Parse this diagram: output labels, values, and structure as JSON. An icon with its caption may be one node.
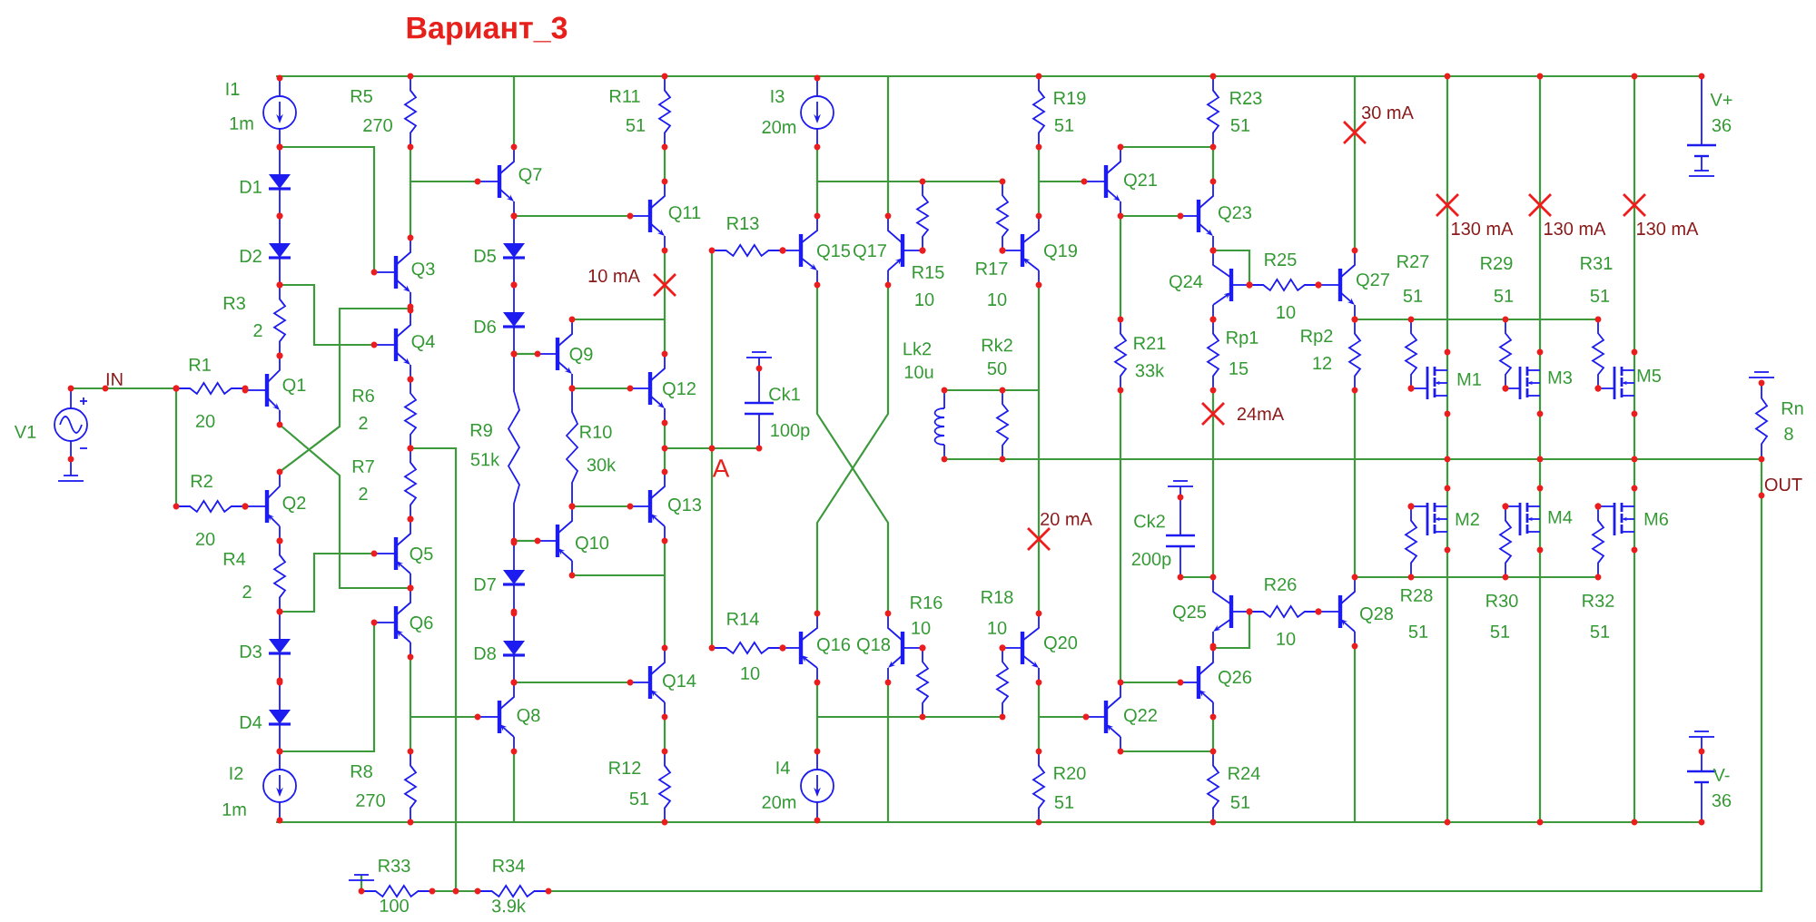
{
  "diagram": {
    "title": "Вариант_3",
    "labels": [
      "V1",
      "IN",
      "I1",
      "1m",
      "R5",
      "270",
      "R11",
      "51",
      "I3",
      "20m",
      "R19",
      "51",
      "R23",
      "51",
      "30 mA",
      "V+",
      "36",
      "D1",
      "Q7",
      "Q11",
      "R13",
      "Q15",
      "Q17",
      "Q19",
      "Q21",
      "Q23",
      "R25",
      "10",
      "Q27",
      "R27",
      "51",
      "R29",
      "51",
      "R31",
      "51",
      "130 mA",
      "130 mA",
      "130 mA",
      "D2",
      "Q3",
      "D5",
      "10 mA",
      "R15",
      "10",
      "R17",
      "10",
      "Q24",
      "R3",
      "2",
      "D6",
      "Rp1",
      "15",
      "Rp2",
      "12",
      "Q4",
      "Lk2",
      "10u",
      "Rk2",
      "50",
      "R21",
      "33k",
      "Q9",
      "M1",
      "M3",
      "M5",
      "R1",
      "Q1",
      "R6",
      "Q12",
      "Ck1",
      "24mA",
      "20",
      "2",
      "R9",
      "R10",
      "100p",
      "Rn",
      "8",
      "R7",
      "51k",
      "30k",
      "A",
      "R2",
      "OUT",
      "2",
      "Q2",
      "Q13",
      "20 mA",
      "Ck2",
      "M2",
      "M4",
      "M6",
      "20",
      "R4",
      "Q5",
      "Q10",
      "200p",
      "2",
      "D7",
      "R16",
      "R18",
      "R26",
      "R28",
      "R30",
      "R32",
      "Q6",
      "R14",
      "10",
      "10",
      "Q25",
      "Q28",
      "51",
      "51",
      "51",
      "D3",
      "D8",
      "Q16",
      "Q18",
      "Q20",
      "10",
      "Q14",
      "10",
      "Q26",
      "D4",
      "Q8",
      "Q22",
      "I2",
      "R8",
      "R12",
      "I4",
      "R20",
      "R24",
      "V-",
      "1m",
      "270",
      "51",
      "20m",
      "51",
      "51",
      "36",
      "R33",
      "R34",
      "100",
      "3.9k"
    ]
  }
}
